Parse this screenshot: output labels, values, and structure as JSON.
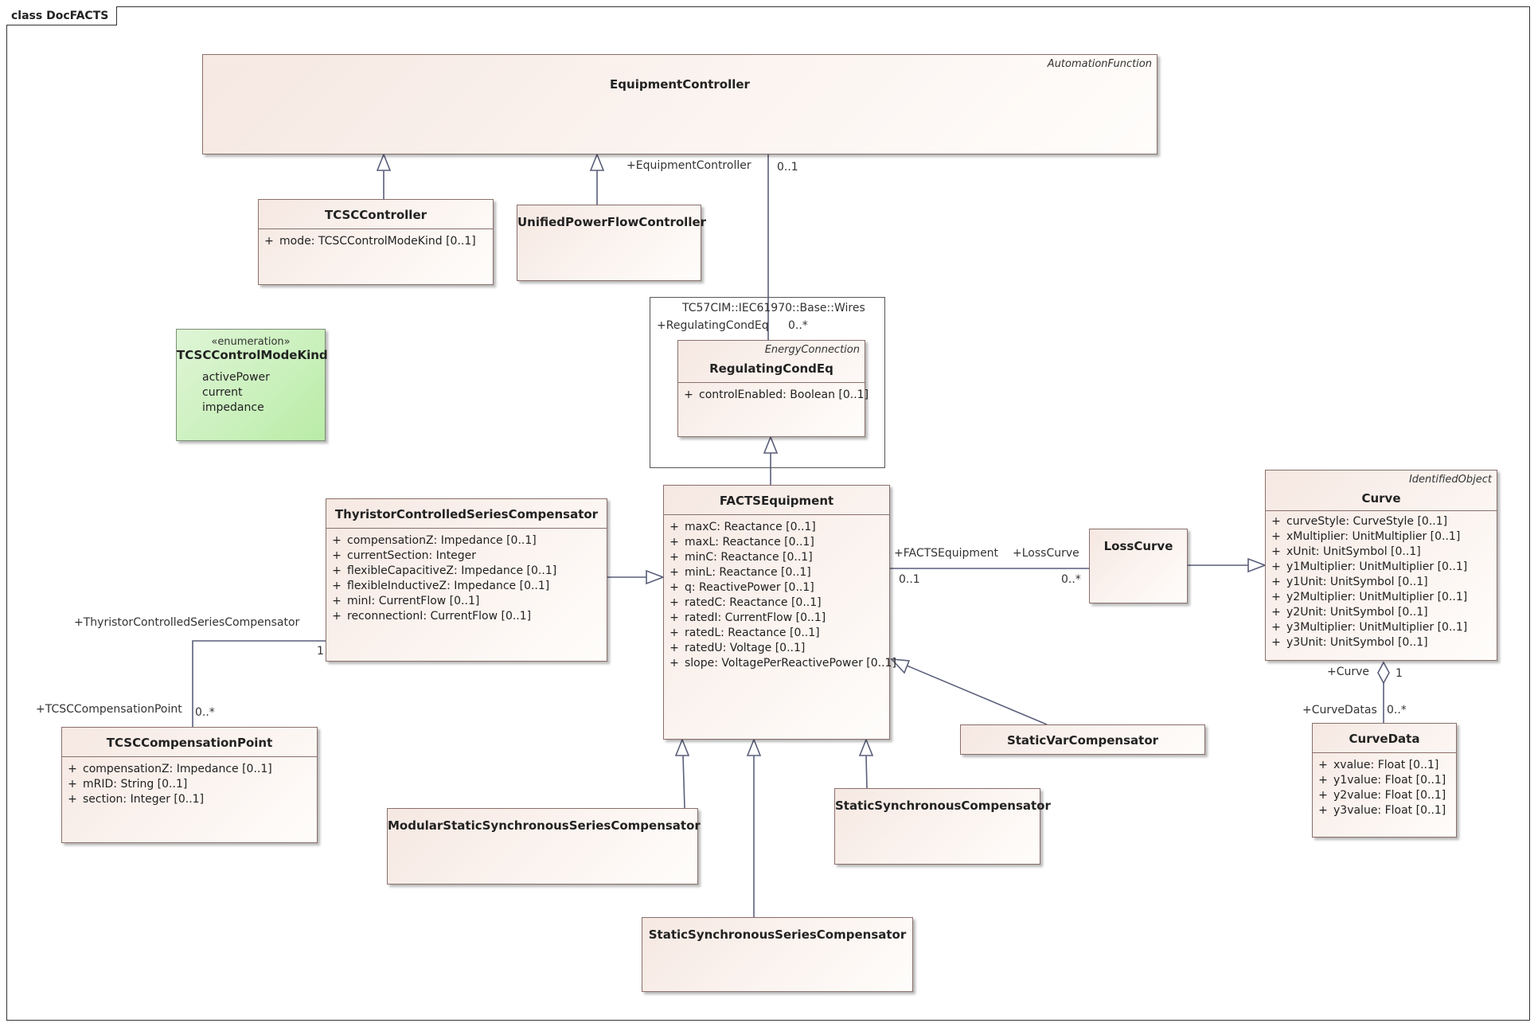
{
  "frame": {
    "title": "class DocFACTS"
  },
  "package": {
    "label": "TC57CIM::IEC61970::Base::Wires"
  },
  "classes": {
    "equipmentController": {
      "name": "EquipmentController",
      "parent": "AutomationFunction"
    },
    "tcscController": {
      "name": "TCSCController",
      "attrs": [
        {
          "vis": "+",
          "text": "mode: TCSCControlModeKind [0..1]"
        }
      ]
    },
    "upfc": {
      "name": "UnifiedPowerFlowController"
    },
    "controlModeKind": {
      "stereotype": "«enumeration»",
      "name": "TCSCControlModeKind",
      "literals": [
        "activePower",
        "current",
        "impedance"
      ]
    },
    "regulatingCondEq": {
      "name": "RegulatingCondEq",
      "parent": "EnergyConnection",
      "attrs": [
        {
          "vis": "+",
          "text": "controlEnabled: Boolean [0..1]"
        }
      ]
    },
    "tcsc": {
      "name": "ThyristorControlledSeriesCompensator",
      "attrs": [
        {
          "vis": "+",
          "text": "compensationZ: Impedance [0..1]"
        },
        {
          "vis": "+",
          "text": "currentSection: Integer"
        },
        {
          "vis": "+",
          "text": "flexibleCapacitiveZ: Impedance [0..1]"
        },
        {
          "vis": "+",
          "text": "flexibleInductiveZ: Impedance [0..1]"
        },
        {
          "vis": "+",
          "text": "minI: CurrentFlow [0..1]"
        },
        {
          "vis": "+",
          "text": "reconnectionI: CurrentFlow [0..1]"
        }
      ]
    },
    "facts": {
      "name": "FACTSEquipment",
      "attrs": [
        {
          "vis": "+",
          "text": "maxC: Reactance [0..1]"
        },
        {
          "vis": "+",
          "text": "maxL: Reactance [0..1]"
        },
        {
          "vis": "+",
          "text": "minC: Reactance [0..1]"
        },
        {
          "vis": "+",
          "text": "minL: Reactance [0..1]"
        },
        {
          "vis": "+",
          "text": "q: ReactivePower [0..1]"
        },
        {
          "vis": "+",
          "text": "ratedC: Reactance [0..1]"
        },
        {
          "vis": "+",
          "text": "ratedI: CurrentFlow [0..1]"
        },
        {
          "vis": "+",
          "text": "ratedL: Reactance [0..1]"
        },
        {
          "vis": "+",
          "text": "ratedU: Voltage [0..1]"
        },
        {
          "vis": "+",
          "text": "slope: VoltagePerReactivePower [0..1]"
        }
      ]
    },
    "lossCurve": {
      "name": "LossCurve"
    },
    "curve": {
      "name": "Curve",
      "parent": "IdentifiedObject",
      "attrs": [
        {
          "vis": "+",
          "text": "curveStyle: CurveStyle [0..1]"
        },
        {
          "vis": "+",
          "text": "xMultiplier: UnitMultiplier [0..1]"
        },
        {
          "vis": "+",
          "text": "xUnit: UnitSymbol [0..1]"
        },
        {
          "vis": "+",
          "text": "y1Multiplier: UnitMultiplier [0..1]"
        },
        {
          "vis": "+",
          "text": "y1Unit: UnitSymbol [0..1]"
        },
        {
          "vis": "+",
          "text": "y2Multiplier: UnitMultiplier [0..1]"
        },
        {
          "vis": "+",
          "text": "y2Unit: UnitSymbol [0..1]"
        },
        {
          "vis": "+",
          "text": "y3Multiplier: UnitMultiplier [0..1]"
        },
        {
          "vis": "+",
          "text": "y3Unit: UnitSymbol [0..1]"
        }
      ]
    },
    "curveData": {
      "name": "CurveData",
      "attrs": [
        {
          "vis": "+",
          "text": "xvalue: Float [0..1]"
        },
        {
          "vis": "+",
          "text": "y1value: Float [0..1]"
        },
        {
          "vis": "+",
          "text": "y2value: Float [0..1]"
        },
        {
          "vis": "+",
          "text": "y3value: Float [0..1]"
        }
      ]
    },
    "tcscPoint": {
      "name": "TCSCCompensationPoint",
      "attrs": [
        {
          "vis": "+",
          "text": "compensationZ: Impedance [0..1]"
        },
        {
          "vis": "+",
          "text": "mRID: String [0..1]"
        },
        {
          "vis": "+",
          "text": "section: Integer [0..1]"
        }
      ]
    },
    "svc": {
      "name": "StaticVarCompensator"
    },
    "mssc": {
      "name": "ModularStaticSynchronousSeriesCompensator"
    },
    "statcom": {
      "name": "StaticSynchronousCompensator"
    },
    "sssc": {
      "name": "StaticSynchronousSeriesCompensator"
    }
  },
  "labels": {
    "ecRole": "+EquipmentController",
    "ecMult": "0..1",
    "rceRole": "+RegulatingCondEq",
    "rceMult": "0..*",
    "factsRole": "+FACTSEquipment",
    "factsMult": "0..1",
    "lossRole": "+LossCurve",
    "lossMult": "0..*",
    "tcscRole": "+ThyristorControlledSeriesCompensator",
    "tcscMult": "1",
    "pointRole": "+TCSCCompensationPoint",
    "pointMult": "0..*",
    "curveRole": "+Curve",
    "curveMult": "1",
    "curveDatasRole": "+CurveDatas",
    "curveDatasMult": "0..*"
  }
}
